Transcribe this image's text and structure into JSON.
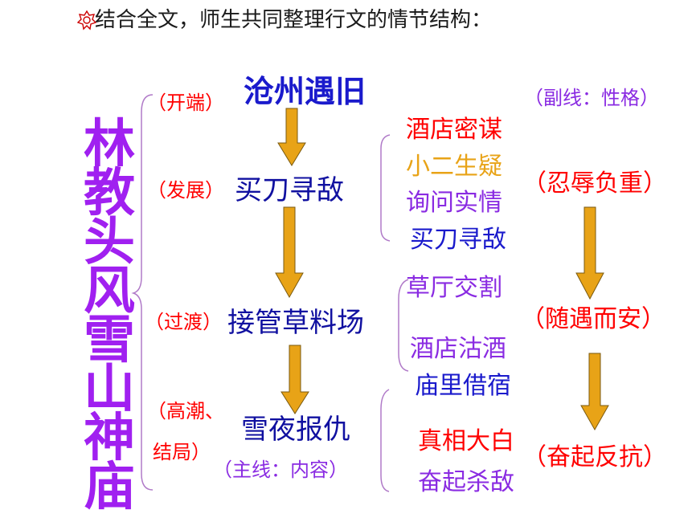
{
  "header": {
    "text": "结合全文，师生共同整理行文的情节结构：",
    "icon": "flower-bullet-icon"
  },
  "vertical_title": "林教头风雪山神庙",
  "annotations": {
    "subline": "（副线：性格）",
    "mainline": "（主线：内容）"
  },
  "stages": [
    {
      "label": "（开端）",
      "event": "沧州遇旧"
    },
    {
      "label": "（发展）",
      "event": "买刀寻敌"
    },
    {
      "label": "（过渡）",
      "event": "接管草料场"
    },
    {
      "label": "（高潮、",
      "label2": "结局）",
      "event": "雪夜报仇"
    }
  ],
  "details": {
    "development": [
      {
        "text": "酒店密谋",
        "color": "#ff0000"
      },
      {
        "text": "小二生疑",
        "color": "#e8a317"
      },
      {
        "text": "询问实情",
        "color": "#8a2be2"
      },
      {
        "text": "买刀寻敌",
        "color": "#1a1acc"
      }
    ],
    "transition": [
      {
        "text": "草厅交割",
        "color": "#8a2be2"
      },
      {
        "text": "酒店沽酒",
        "color": "#8a2be2"
      },
      {
        "text": "庙里借宿",
        "color": "#1a1acc"
      }
    ],
    "climax": [
      {
        "text": "真相大白",
        "color": "#ff0000"
      },
      {
        "text": "奋起杀敌",
        "color": "#8a2be2"
      }
    ]
  },
  "traits": [
    "（忍辱负重）",
    "（随遇而安）",
    "（奋起反抗）"
  ],
  "colors": {
    "arrow_fill": "#e8a317",
    "arrow_stroke": "#7a5a10",
    "bracket": "#b07ac8"
  }
}
